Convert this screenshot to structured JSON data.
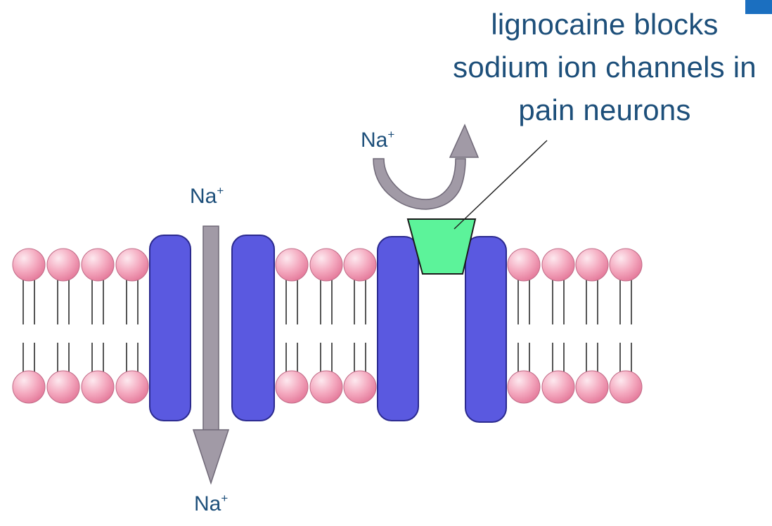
{
  "caption": {
    "line1": "lignocaine blocks",
    "line2": "sodium ion channels in",
    "line3": "pain neurons"
  },
  "ions": {
    "top_channel_label": {
      "base": "Na",
      "charge": "+"
    },
    "bottom_label": {
      "base": "Na",
      "charge": "+"
    },
    "deflected_label": {
      "base": "Na",
      "charge": "+"
    }
  },
  "colors": {
    "lipid_head": "#ef8fa9",
    "lipid_head_highlight": "#fde9ef",
    "channel_protein": "#5a59e0",
    "blocker": "#5cf39a",
    "arrow": "#a19aa6",
    "text": "#1d4f7a",
    "corner_accent": "#1b6fc0"
  },
  "icons": {
    "ion_flow_arrow": "down-arrow-icon",
    "blocked_flow_arrow": "curved-return-arrow-icon"
  }
}
